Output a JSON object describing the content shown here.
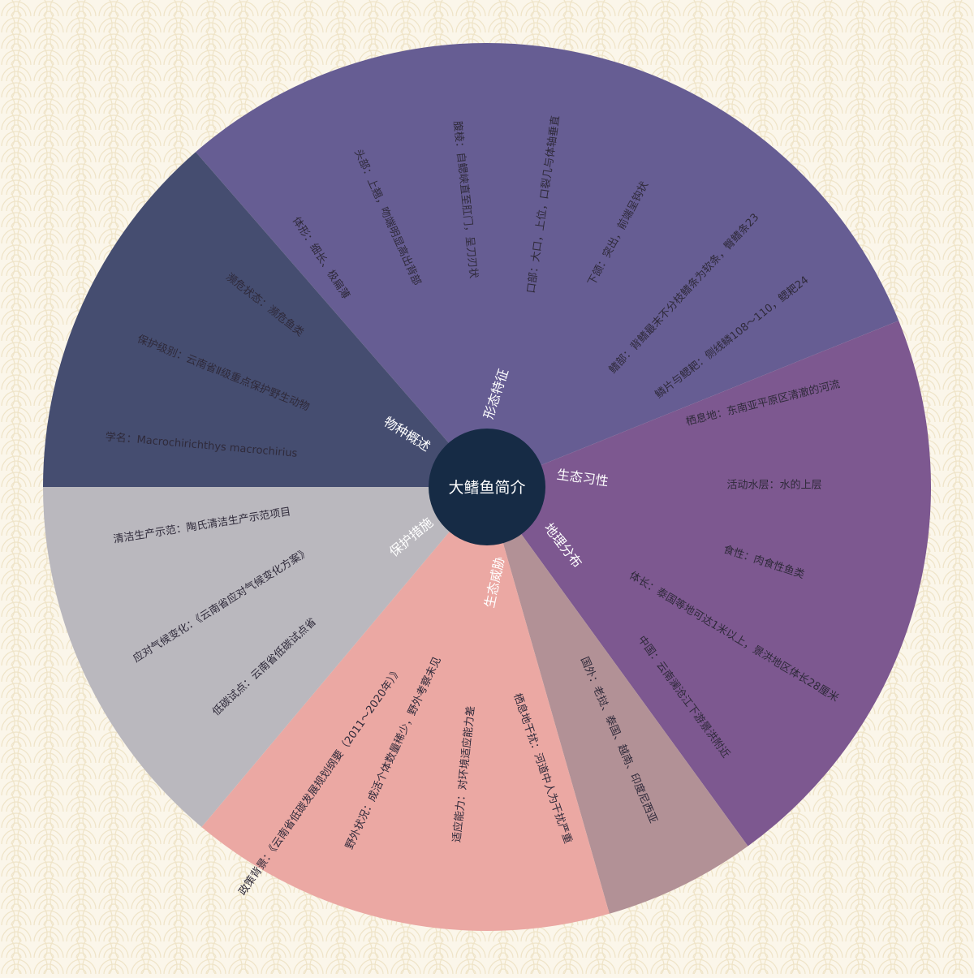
{
  "center": {
    "label": "大鳍鱼简介",
    "color": "#162b45"
  },
  "background": "#fbf6ea",
  "branches": [
    {
      "id": "morphology",
      "label": "形态特征",
      "color": "#665d93",
      "items": [
        "体形：细长、极扁薄",
        "头部：上翘，吻端明显高出背部",
        "腹棱：自鳃峡直至肛门，呈刀刃状",
        "口部：大口，上位，口裂几与体轴垂直",
        "下颌：突出，前端呈钩状",
        "鳍部：背鳍最末不分枝鳍条为软条，臀鳍条23",
        "鳞片与鳃耙：侧线鳞108～110，鳃耙24"
      ]
    },
    {
      "id": "ecology",
      "label": "生态习性",
      "color": "#7d5890",
      "items": [
        "栖息地：东南亚平原区清澈的河流",
        "活动水层：水的上层",
        "食性：肉食性鱼类",
        "体长：泰国等地可达1米以上，景洪地区体长28厘米"
      ]
    },
    {
      "id": "distribution",
      "label": "地理分布",
      "color": "#b29196",
      "items": [
        "中国：云南澜沧江下游景洪附近",
        "国外：老挝、泰国、越南、印度尼西亚"
      ]
    },
    {
      "id": "threats",
      "label": "生态威胁",
      "color": "#eba8a3",
      "items": [
        "栖息地干扰：河道中人为干扰严重",
        "适应能力：对环境适应能力差",
        "野外状况：成活个体数量稀少，野外考察未见"
      ]
    },
    {
      "id": "protection",
      "label": "保护措施",
      "color": "#bab8be",
      "items": [
        "政策背景：《云南省低碳发展规划纲要（2011～2020年）》",
        "低碳试点：云南省低碳试点省",
        "应对气候变化：《云南省应对气候变化方案》",
        "清洁生产示范：陶氏清洁生产示范项目"
      ]
    },
    {
      "id": "overview",
      "label": "物种概述",
      "color": "#454d70",
      "items": [
        "学名：Macrochirichthys macrochirius",
        "保护级别：云南省Ⅱ级重点保护野生动物",
        "濒危状态：濒危鱼类"
      ]
    }
  ]
}
